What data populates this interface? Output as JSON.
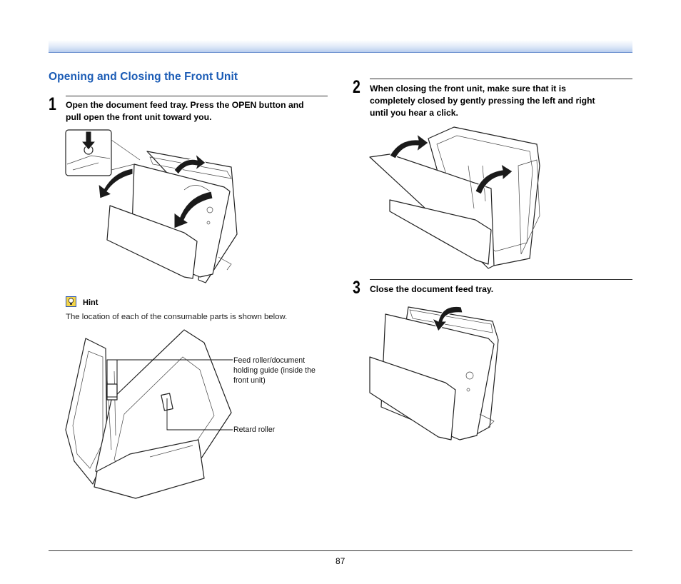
{
  "section_title": "Opening and Closing the Front Unit",
  "steps": [
    {
      "number": "1",
      "text_line1": "Open the document feed tray. Press the OPEN button and",
      "text_line2": "pull open the front unit toward you."
    },
    {
      "number": "2",
      "text_line1": "When closing the front unit, make sure that it is",
      "text_line2": "completely closed by gently pressing the left and right",
      "text_line3": "until you hear a click."
    },
    {
      "number": "3",
      "text_line1": "Close the document feed tray."
    }
  ],
  "hint": {
    "icon": "lightbulb-icon",
    "label": "Hint",
    "text": "The location of each of the consumable parts is shown below."
  },
  "callouts": {
    "feed_roller_line1": "Feed roller/document",
    "feed_roller_line2": "holding guide (inside the",
    "feed_roller_line3": "front unit)",
    "retard_roller": "Retard roller"
  },
  "page_number": "87",
  "colors": {
    "title": "#1a5bb5",
    "header_band": "#b8cdee",
    "hint_icon": "#f5d547"
  }
}
